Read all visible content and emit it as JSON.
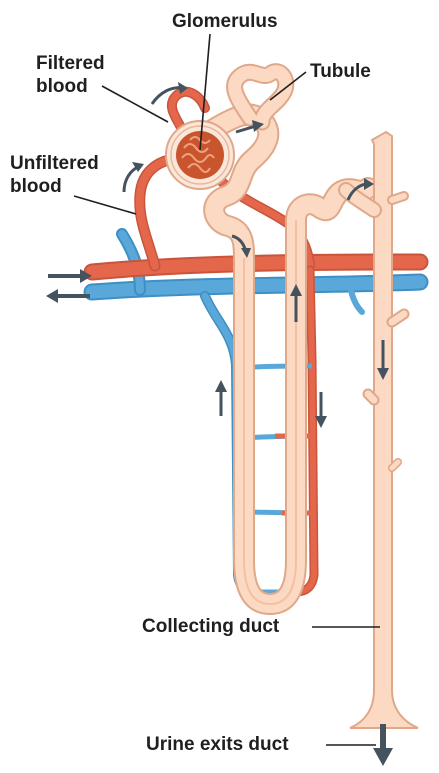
{
  "labels": {
    "glomerulus": "Glomerulus",
    "tubule": "Tubule",
    "filtered_line1": "Filtered",
    "filtered_line2": "blood",
    "unfiltered_line1": "Unfiltered",
    "unfiltered_line2": "blood",
    "collecting_duct": "Collecting duct",
    "urine_exits": "Urine exits duct"
  },
  "colors": {
    "artery": "#e4674c",
    "artery_stroke": "#c9543c",
    "vein": "#5aa8d9",
    "vein_stroke": "#3e8fc4",
    "tubule_fill": "#fbd9c3",
    "tubule_stroke": "#e0a888",
    "glomerulus": "#c8552e",
    "arrow": "#44535e",
    "text": "#1f1f1f"
  }
}
